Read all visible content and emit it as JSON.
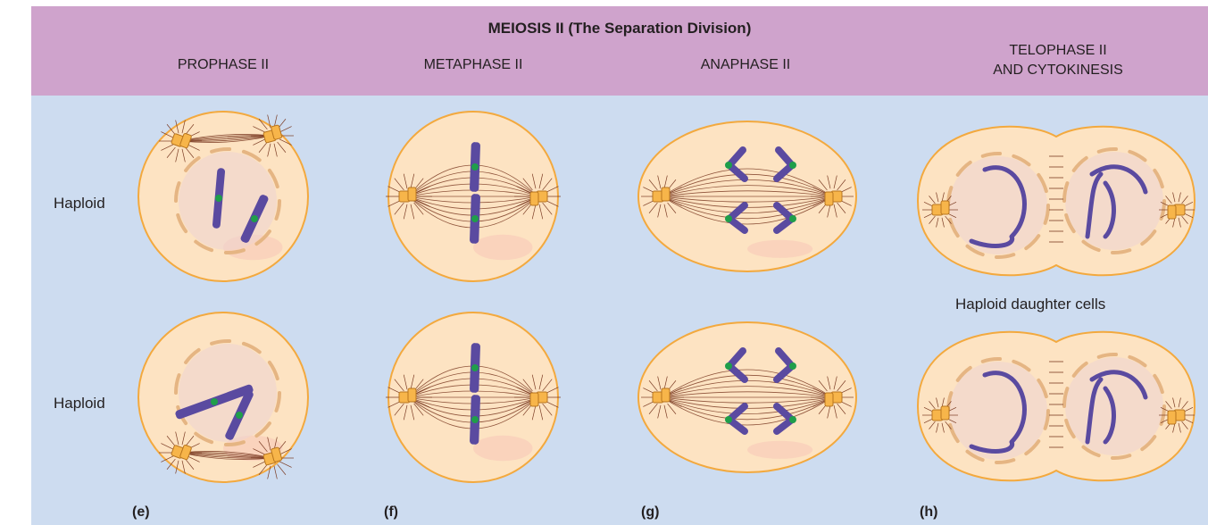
{
  "title": "MEIOSIS II (The Separation Division)",
  "phases": {
    "prophase": "PROPHASE II",
    "metaphase": "METAPHASE II",
    "anaphase": "ANAPHASE II",
    "telophase_line1": "TELOPHASE II",
    "telophase_line2": "AND CYTOKINESIS"
  },
  "row_labels": [
    "Haploid",
    "Haploid"
  ],
  "daughter_label": "Haploid daughter cells",
  "panel_labels": [
    "(e)",
    "(f)",
    "(g)",
    "(h)"
  ],
  "colors": {
    "header_band": "#cfa3cc",
    "background": "#cddcf0",
    "cell_fill": "#fde3c2",
    "cell_outline": "#f3a93e",
    "chromosome": "#5a4aa0",
    "centromere": "#1f9e4a",
    "centrosome": "#f7b54a",
    "spindle": "#7a3a22"
  }
}
